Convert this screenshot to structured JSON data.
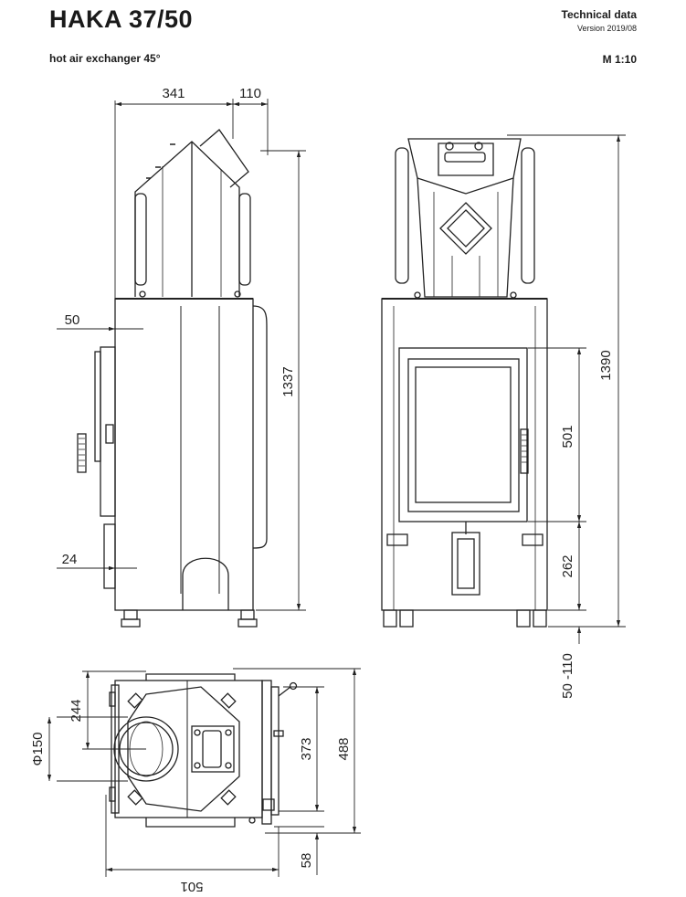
{
  "header": {
    "title": "HAKA 37/50",
    "subtitle": "hot air exchanger 45°",
    "doc_type": "Technical data",
    "version": "Version 2019/08",
    "scale": "M 1:10"
  },
  "dimensions": {
    "side_top_width": "341",
    "side_offset": "110",
    "side_total_height": "1337",
    "side_door_offset": "50",
    "side_bottom_offset": "24",
    "front_total_height": "1390",
    "front_glass_height": "501",
    "front_base_height": "262",
    "front_feet_range": "50 -110",
    "plan_outlet_offset": "244",
    "plan_outlet_diameter": "Φ150",
    "plan_inner_depth": "373",
    "plan_total_depth": "488",
    "plan_front_offset": "58",
    "plan_width": "501"
  }
}
